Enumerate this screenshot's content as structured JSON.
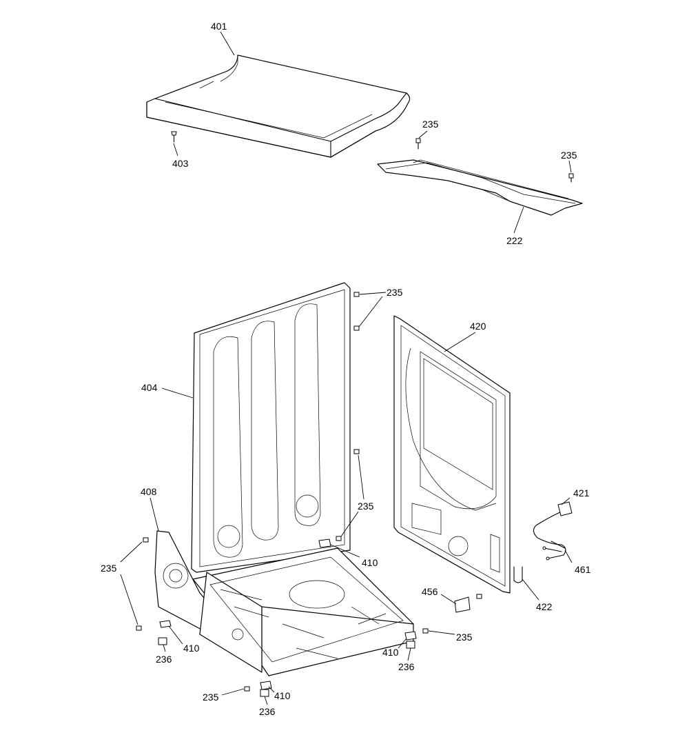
{
  "callouts": {
    "c401": "401",
    "c403": "403",
    "c235_a": "235",
    "c235_b": "235",
    "c222": "222",
    "c235_c": "235",
    "c420": "420",
    "c404": "404",
    "c408": "408",
    "c235_d": "235",
    "c421": "421",
    "c235_e": "235",
    "c410_a": "410",
    "c461": "461",
    "c456": "456",
    "c422": "422",
    "c410_b": "410",
    "c236_a": "236",
    "c235_f": "235",
    "c410_c": "410",
    "c236_b": "236",
    "c235_g": "235",
    "c410_d": "410",
    "c236_c": "236"
  },
  "colors": {
    "line": "#000000",
    "background": "#ffffff"
  }
}
